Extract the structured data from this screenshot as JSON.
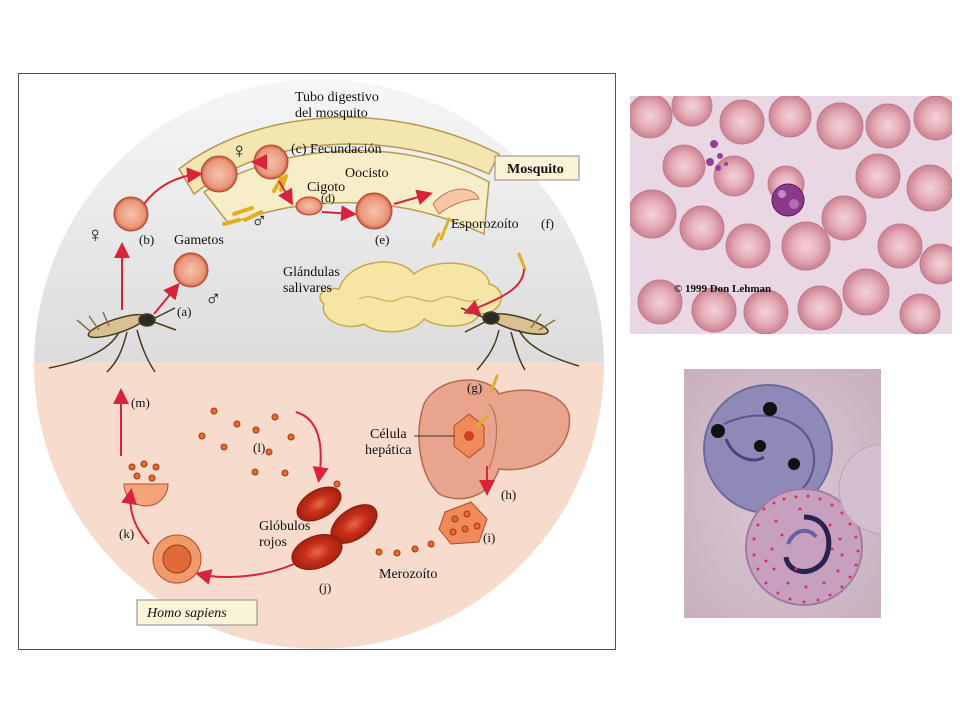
{
  "diagram": {
    "labels": {
      "tubo_line1": "Tubo digestivo",
      "tubo_line2": "del mosquito",
      "fecundacion": "(c) Fecundación",
      "oocisto": "Oocisto",
      "cigoto": "Cigoto",
      "d": "(d)",
      "gametos": "Gametos",
      "b": "(b)",
      "a": "(a)",
      "e": "(e)",
      "esporozoito": "Esporozoíto",
      "f": "(f)",
      "mosquito_box": "Mosquito",
      "glandulas_line1": "Glándulas",
      "glandulas_line2": "salivares",
      "g": "(g)",
      "celula_line1": "Célula",
      "celula_line2": "hepática",
      "h": "(h)",
      "i": "(i)",
      "m": "(m)",
      "l": "(l)",
      "k": "(k)",
      "globulos_line1": "Glóbulos",
      "globulos_line2": "rojos",
      "j": "(j)",
      "merozoito": "Merozoíto",
      "homo_box": "Homo sapiens",
      "female_sign": "♀",
      "male_sign": "♂"
    },
    "colors": {
      "arrow": "#d8233a",
      "rbc": "#c8301a",
      "upper_bg": "#e9e9e9",
      "lower_bg": "#f7dccd",
      "gland": "#f5e6a8",
      "liver": "#e8a48c",
      "box_bg": "#fbf3d8"
    }
  },
  "micrograph1": {
    "credit": "© 1999 Don Lehman"
  }
}
